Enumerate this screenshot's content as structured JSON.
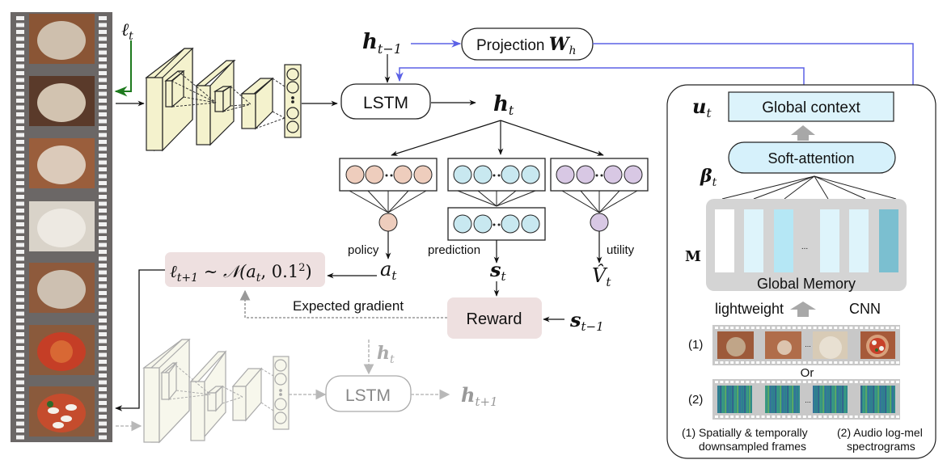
{
  "colors": {
    "film_strip": "#6b6766",
    "cnn_fill": "#f4f2cd",
    "cnn_fill_faded": "#f7f7ec",
    "policy_neuron": "#eecdbd",
    "prediction_neuron": "#c8e8f0",
    "utility_neuron": "#d8c8e4",
    "reward_box": "#eee0e0",
    "memory_bg": "#d4d4d4",
    "global_context": "#dcf3fb",
    "soft_attention": "#d6f1fb",
    "blue_arrow": "#5b61e6",
    "green_arrow": "#1e7a1e",
    "memory_slots": [
      "#ffffff",
      "#def4fb",
      "#b5e7f5",
      "#def4fb",
      "#def4fb",
      "#7bbfd0"
    ]
  },
  "film_frames": [
    "mixing dough in bowl",
    "kneading dough ball",
    "cutting dough",
    "risen dough",
    "stretching pizza base",
    "spreading tomato sauce",
    "adding mozzarella and basil"
  ],
  "labels": {
    "l_t": "ℓ",
    "l_t_sub": "t",
    "h_prev": "h",
    "h_prev_sub": "t−1",
    "projection": "Projection ",
    "projection_w": "W",
    "projection_w_sub": "h",
    "lstm": "LSTM",
    "h_t": "h",
    "h_t_sub": "t",
    "policy": "policy",
    "prediction": "prediction",
    "utility": "utility",
    "a_t": "a",
    "a_t_sub": "t",
    "s_t": "s",
    "s_t_sub": "t",
    "v_t": "V̂",
    "v_t_sub": "t",
    "sampling": "ℓ",
    "sampling_sub": "t+1",
    "sampling_rest": " ∼ 𝒩(a",
    "sampling_rest_sub": "t",
    "sampling_tail": ", 0.1",
    "sampling_sup": "2",
    "sampling_close": ")",
    "expected_gradient": "Expected gradient",
    "reward": "Reward",
    "s_prev": "s",
    "s_prev_sub": "t−1",
    "lstm_next": "LSTM",
    "h_t_faded": "h",
    "h_t_faded_sub": "t",
    "h_next": "h",
    "h_next_sub": "t+1",
    "u_t": "u",
    "u_t_sub": "t",
    "global_context": "Global context",
    "soft_attention": "Soft-attention",
    "beta_t": "β",
    "beta_t_sub": "t",
    "M": "M",
    "memory_ellipsis": "...",
    "global_memory": "Global Memory",
    "lightweight": "lightweight",
    "cnn": "CNN",
    "option1": "(1)",
    "or": "Or",
    "option2": "(2)",
    "strip_ellipsis": "...",
    "caption1_line1": "(1) Spatially & temporally",
    "caption1_line2": "downsampled frames",
    "caption2_line1": "(2) Audio log-mel",
    "caption2_line2": "spectrograms"
  }
}
